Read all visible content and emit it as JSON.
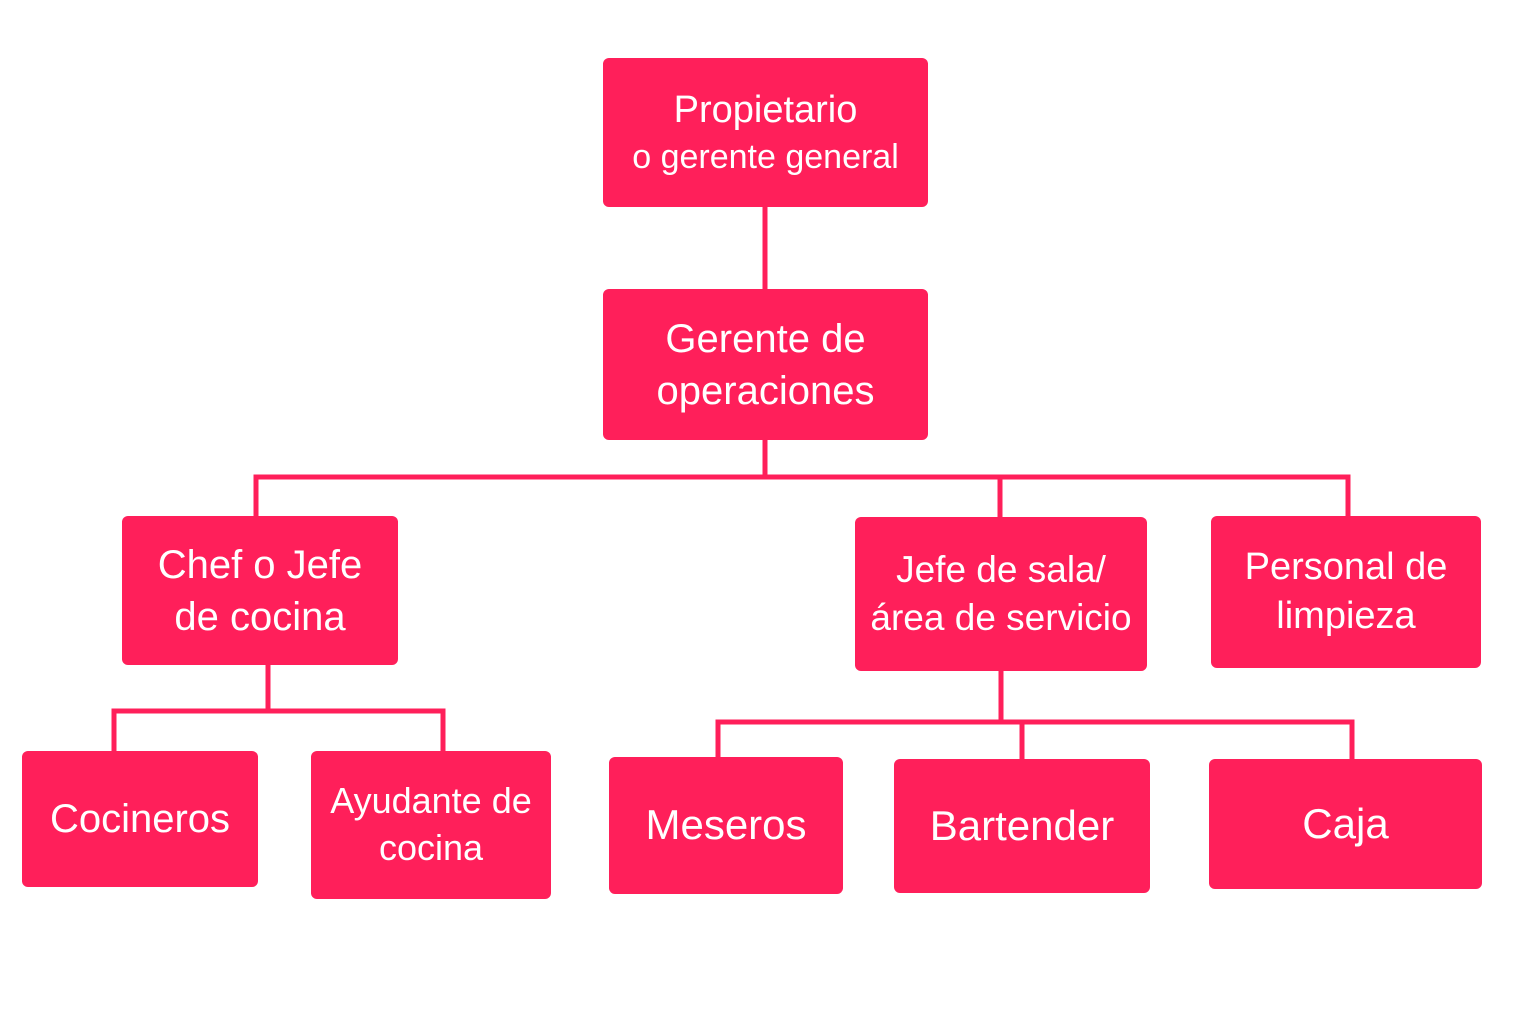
{
  "colors": {
    "box": "#ff1f5a",
    "line": "#ff1f5a",
    "text": "#ffffff",
    "background": "#ffffff"
  },
  "nodes": {
    "owner": {
      "line1": "Propietario",
      "line2": "o gerente general"
    },
    "operations_manager": {
      "line1": "Gerente de",
      "line2": "operaciones"
    },
    "chef": {
      "line1": "Chef o Jefe",
      "line2": "de cocina"
    },
    "head_waiter": {
      "line1": "Jefe de sala/",
      "line2": "área de servicio"
    },
    "cleaning": {
      "line1": "Personal de",
      "line2": "limpieza"
    },
    "cooks": {
      "label": "Cocineros"
    },
    "kitchen_helper": {
      "line1": "Ayudante de",
      "line2": "cocina"
    },
    "waiters": {
      "label": "Meseros"
    },
    "bartender": {
      "label": "Bartender"
    },
    "cashier": {
      "label": "Caja"
    }
  }
}
